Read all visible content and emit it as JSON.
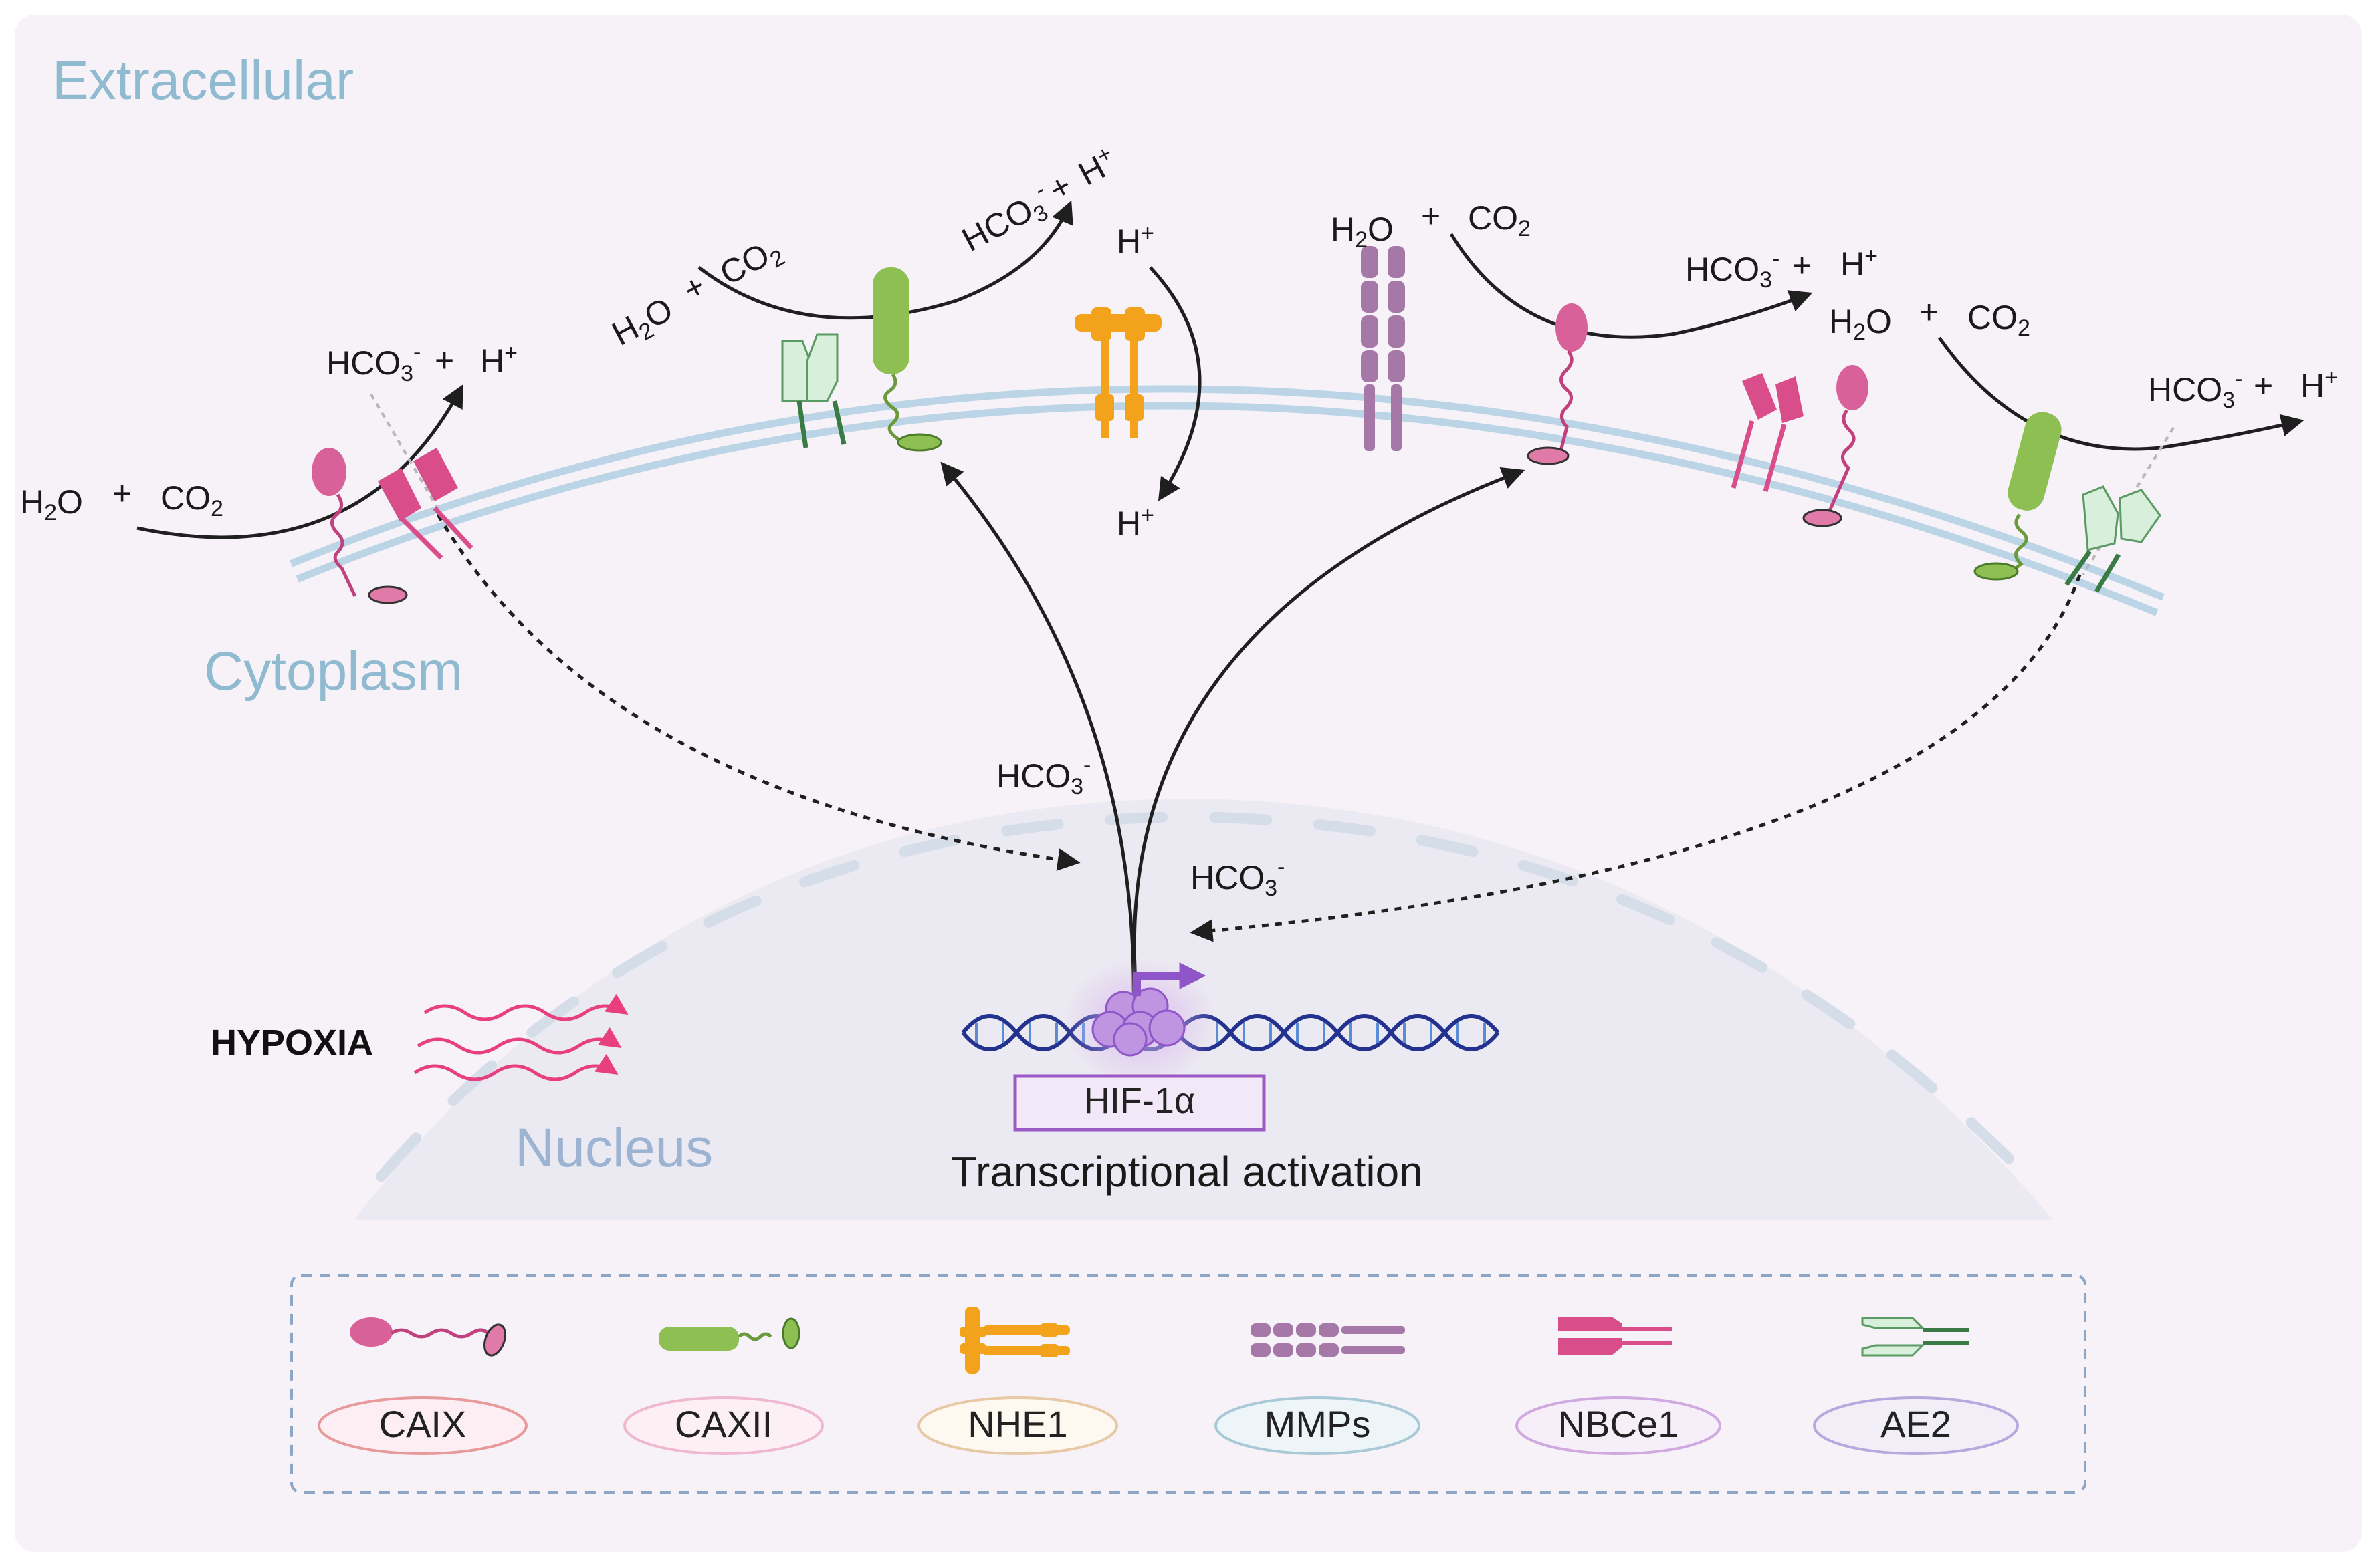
{
  "regions": {
    "extracellular": "Extracellular",
    "cytoplasm": "Cytoplasm",
    "nucleus": "Nucleus"
  },
  "hypoxia_label": "HYPOXIA",
  "hif_label": "HIF-1α",
  "transcription_label": "Transcriptional activation",
  "chem": {
    "h2o": "H",
    "h2o_sub": "2",
    "h2o_o": "O",
    "plus": "+",
    "co2": "CO",
    "co2_sub": "2",
    "hco3": "HCO",
    "hco3_sub": "3",
    "hco3_sup": "-",
    "h": "H",
    "h_sup": "+"
  },
  "legend": {
    "items": [
      {
        "label": "CAIX",
        "color": "#d9619a",
        "fill": "#fdeef3",
        "stroke": "#e89a9a"
      },
      {
        "label": "CAXII",
        "color": "#8dbf52",
        "fill": "#fdf0f5",
        "stroke": "#f0b8cf"
      },
      {
        "label": "NHE1",
        "color": "#f2a21b",
        "fill": "#fdf8f0",
        "stroke": "#e7c9a6"
      },
      {
        "label": "MMPs",
        "color": "#a678a8",
        "fill": "#eef5f8",
        "stroke": "#a9c9d6"
      },
      {
        "label": "NBCe1",
        "color": "#d94d8a",
        "fill": "#f6eef8",
        "stroke": "#cfa9df"
      },
      {
        "label": "AE2",
        "color": "#b9e0c0",
        "fill": "#f1eef8",
        "stroke": "#b7a9dd"
      }
    ]
  },
  "colors": {
    "background": "#f6f2f8",
    "membrane": "#bcd5e6",
    "nucleus": "#ebe9f1",
    "hif_box": "#f3e8f8",
    "hif_border": "#9b59c5",
    "dna": "#24328f",
    "hypoxia_waves": "#e8407f"
  }
}
